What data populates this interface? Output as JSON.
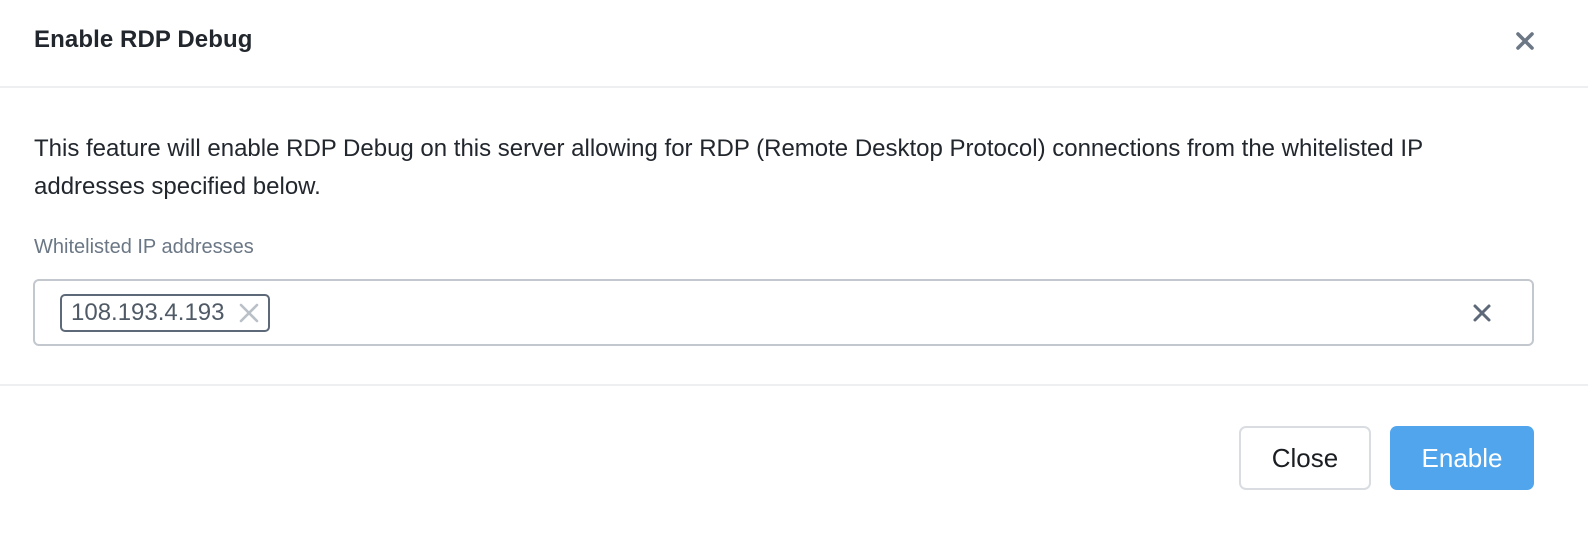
{
  "dialog": {
    "title": "Enable RDP Debug",
    "close_icon": "close-icon",
    "description": "This feature will enable RDP Debug on this server allowing for RDP (Remote Desktop Protocol) connections from the whitelisted IP addresses specified below.",
    "field": {
      "label": "Whitelisted IP addresses",
      "tags": [
        {
          "value": "108.193.4.193",
          "remove_icon": "tag-remove-icon"
        }
      ],
      "clear_icon": "clear-all-icon"
    },
    "footer": {
      "close_label": "Close",
      "enable_label": "Enable"
    }
  },
  "colors": {
    "title_text": "#22272e",
    "label_text": "#6b7785",
    "input_border": "#c3c8ce",
    "tag_border": "#5d6978",
    "enable_button_bg": "#50a5ec",
    "divider": "#eeeff1"
  }
}
